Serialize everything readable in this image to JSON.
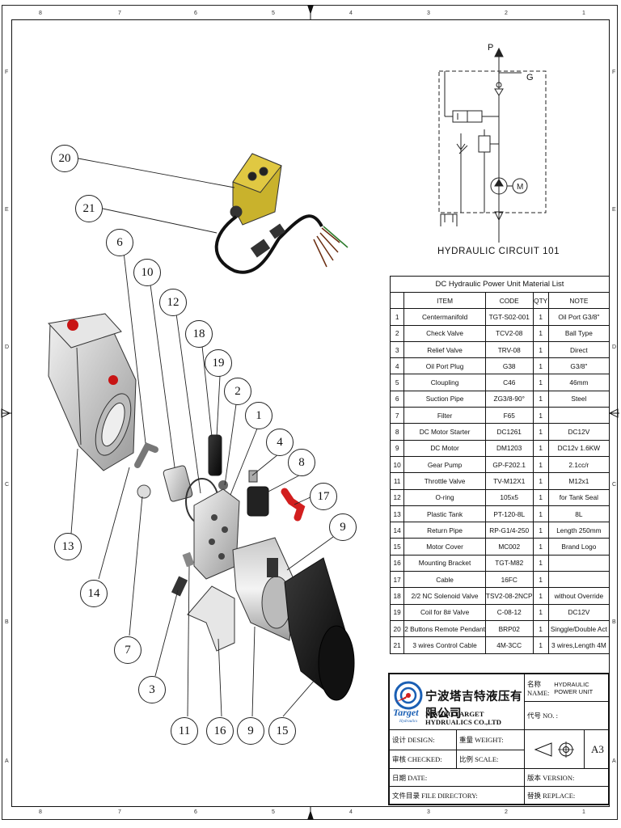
{
  "circuit": {
    "title": "HYDRAULIC CIRCUIT 101",
    "port_p": "P",
    "port_g": "G"
  },
  "material_list": {
    "title": "DC Hydraulic Power Unit Material List",
    "headers": [
      "",
      "ITEM",
      "CODE",
      "QTY",
      "NOTE"
    ],
    "rows": [
      [
        "1",
        "Centermanifold",
        "TGT-S02-001",
        "1",
        "Oil Port  G3/8\""
      ],
      [
        "2",
        "Check Valve",
        "TCV2-08",
        "1",
        "Ball Type"
      ],
      [
        "3",
        "Relief Valve",
        "TRV-08",
        "1",
        "Direct"
      ],
      [
        "4",
        "Oil Port Plug",
        "G38",
        "1",
        "G3/8\""
      ],
      [
        "5",
        "Cloupling",
        "C46",
        "1",
        "46mm"
      ],
      [
        "6",
        "Suction Pipe",
        "ZG3/8-90°",
        "1",
        "Steel"
      ],
      [
        "7",
        "Filter",
        "F65",
        "1",
        ""
      ],
      [
        "8",
        "DC Motor Starter",
        "DC1261",
        "1",
        "DC12V"
      ],
      [
        "9",
        "DC Motor",
        "DM1203",
        "1",
        "DC12v 1.6KW"
      ],
      [
        "10",
        "Gear Pump",
        "GP-F202.1",
        "1",
        "2.1cc/r"
      ],
      [
        "11",
        "Throttle Valve",
        "TV-M12X1",
        "1",
        "M12x1"
      ],
      [
        "12",
        "O-ring",
        "105x5",
        "1",
        "for Tank Seal"
      ],
      [
        "13",
        "Plastic Tank",
        "PT-120-8L",
        "1",
        "8L"
      ],
      [
        "14",
        "Return Pipe",
        "RP-G1/4-250",
        "1",
        "Length 250mm"
      ],
      [
        "15",
        "Motor Cover",
        "MC002",
        "1",
        "Brand Logo"
      ],
      [
        "16",
        "Mounting Bracket",
        "TGT-M82",
        "1",
        ""
      ],
      [
        "17",
        "Cable",
        "16FC",
        "1",
        ""
      ],
      [
        "18",
        "2/2 NC Solenoid Valve",
        "TSV2-08-2NCP",
        "1",
        "without Override"
      ],
      [
        "19",
        "Coil for 8# Valve",
        "C-08-12",
        "1",
        "DC12V"
      ],
      [
        "20",
        "2 Buttons Remote Pendant",
        "BRP02",
        "1",
        "Singgle/Double Act"
      ],
      [
        "21",
        "3 wires Control Cable",
        "4M-3CC",
        "1",
        "3 wires,Length 4M"
      ]
    ]
  },
  "title_block": {
    "company_cn": "宁波塔吉特液压有限公司",
    "company_en": "NINGBO TARGET HYDRUALICS CO.,LTD",
    "logo_text": "Target",
    "logo_sub": "Hydraulics",
    "name_label": "名称 NAME:",
    "name_value": "HYDRAULIC POWER UNIT",
    "code_label": "代号 NO. :",
    "design_label": "设计 DESIGN:",
    "weight_label": "重量 WEIGHT:",
    "checked_label": "审核 CHECKED:",
    "scale_label": "比例 SCALE:",
    "date_label": "日期 DATE:",
    "version_label": "版本 VERSION:",
    "file_label": "文件目录 FILE DIRECTORY:",
    "replace_label": "替换 REPLACE:",
    "sheet_size": "A3"
  },
  "balloons": [
    "20",
    "21",
    "6",
    "10",
    "12",
    "18",
    "19",
    "2",
    "1",
    "4",
    "8",
    "17",
    "9",
    "13",
    "14",
    "7",
    "3",
    "11",
    "16",
    "9",
    "15"
  ],
  "zones": {
    "columns": [
      "8",
      "7",
      "6",
      "5",
      "4",
      "3",
      "2",
      "1"
    ],
    "rows": [
      "F",
      "E",
      "D",
      "C",
      "B",
      "A"
    ]
  }
}
